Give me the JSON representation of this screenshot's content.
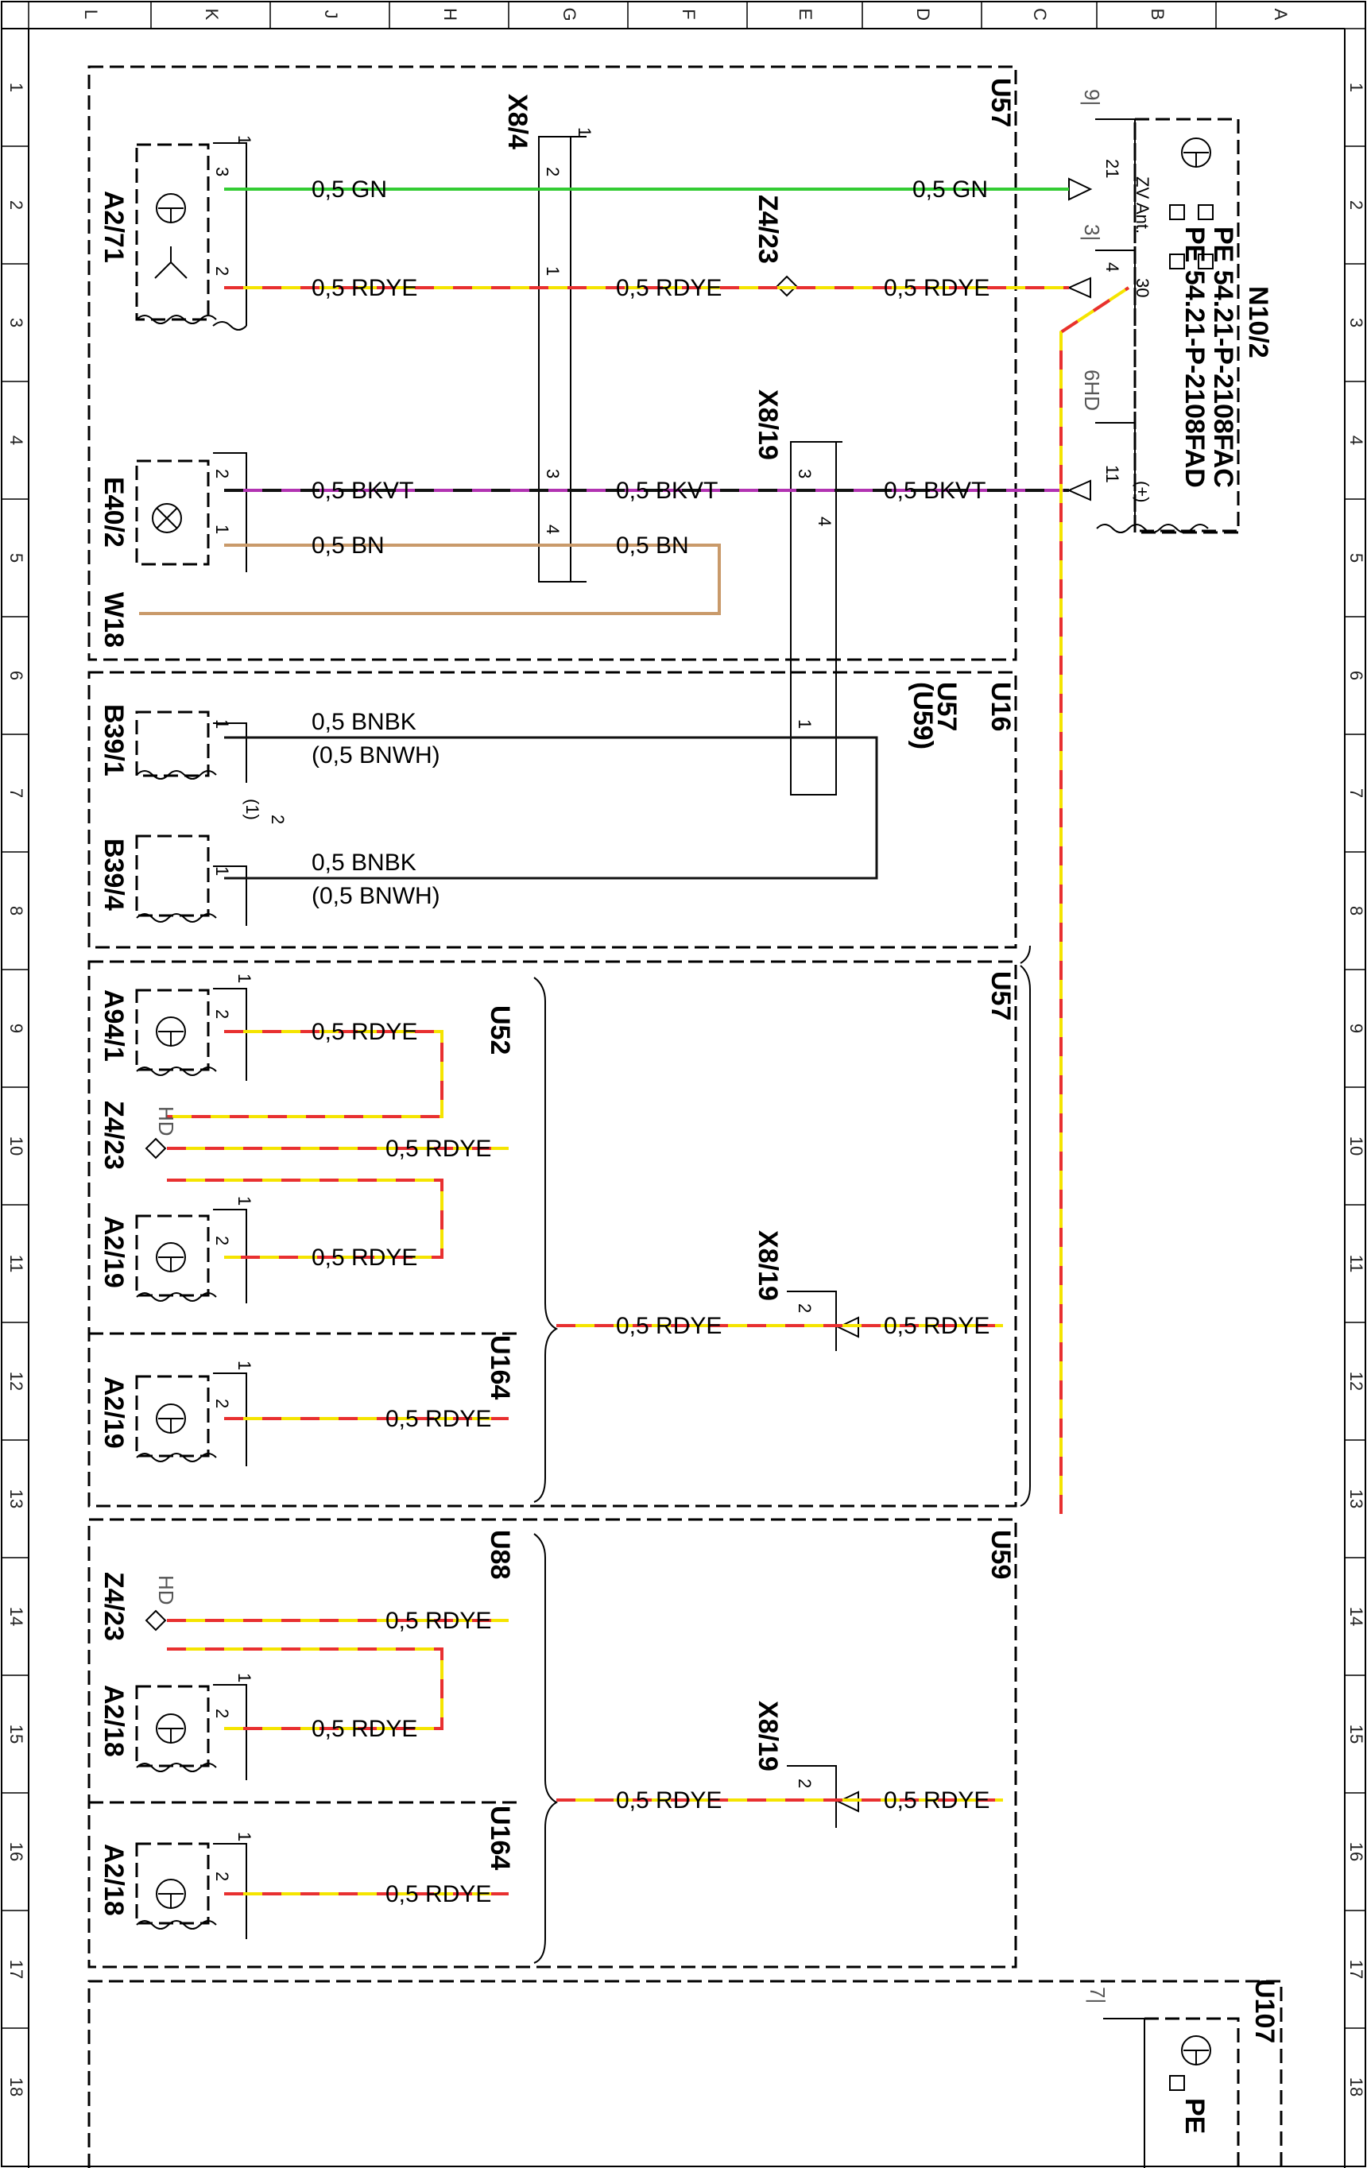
{
  "ruler": {
    "letters": [
      "L",
      "K",
      "J",
      "H",
      "G",
      "F",
      "E",
      "D",
      "C",
      "B",
      "A"
    ],
    "numbers": [
      "1",
      "2",
      "3",
      "4",
      "5",
      "6",
      "7",
      "8",
      "9",
      "10",
      "11",
      "12",
      "13",
      "14",
      "15",
      "16",
      "17",
      "18"
    ]
  },
  "colors": {
    "GN": "#33cc33",
    "RD": "#e83030",
    "YE": "#f5e400",
    "BK": "#111111",
    "VT": "#b133b1",
    "BN": "#c99a6a"
  },
  "groups": {
    "u57_top": "U57",
    "u16": "U16",
    "u57_u59": "U57",
    "u59_paren": "(U59)",
    "u52": "U52",
    "u57_mid": "U57",
    "u164_a": "U164",
    "u88": "U88",
    "u59": "U59",
    "u164_b": "U164",
    "u107": "U107"
  },
  "components": {
    "a2_71": "A2/71",
    "e40_2": "E40/2",
    "w18": "W18",
    "b39_1": "B39/1",
    "b39_4": "B39/4",
    "a94_1": "A94/1",
    "z4_23_mid": "Z4/23",
    "a2_19_a": "A2/19",
    "a2_19_b": "A2/19",
    "z4_23_low": "Z4/23",
    "a2_18_a": "A2/18",
    "a2_18_b": "A2/18",
    "x8_4": "X8/4",
    "x8_19_top": "X8/19",
    "z4_23_top": "Z4/23",
    "x8_19_mid": "X8/19",
    "x8_19_low": "X8/19",
    "n10_2": "N10/2",
    "n10_pe1": "PE 54.21-P-2108FAC",
    "n10_pe2": "PE 54.21-P-2108FAD",
    "u107_pe": "PE"
  },
  "wires": {
    "gn": "0,5 GN",
    "rdye": "0,5 RDYE",
    "bkvt": "0,5 BKVT",
    "bn": "0,5 BN",
    "bnbk": "0,5 BNBK",
    "bnwh": "(0,5 BNWH)"
  },
  "pins": {
    "p1": "1",
    "p2": "2",
    "p3": "3",
    "p4": "4",
    "p7": "7",
    "p9": "9",
    "p11": "11",
    "p21": "21",
    "p30": "30",
    "p_paren1": "(1)",
    "zv_ant": "ZV Ant.",
    "plus": "(+)",
    "hd": "HD",
    "g9": "9|",
    "g3": "3|",
    "g7": "7|",
    "hd6": "6HD"
  }
}
